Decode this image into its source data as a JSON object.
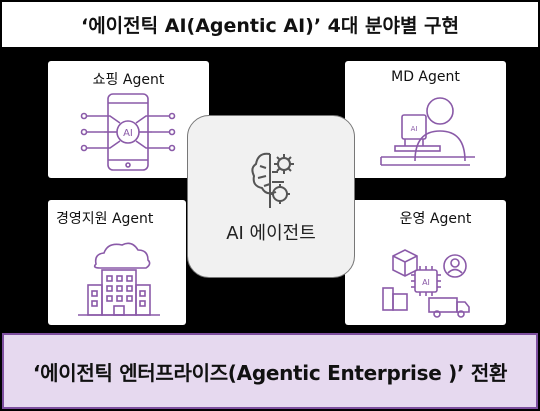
{
  "title": "‘에이전틱 AI(Agentic AI)’ 4대 분야별 구현",
  "bottom_banner": "‘에이전틱 엔터프라이즈(Agentic Enterprise )’ 전환",
  "center": {
    "label": "AI 에이전트",
    "icon": "brain-gear-icon"
  },
  "cards": [
    {
      "label": "쇼핑 Agent",
      "icon": "smartphone-ai-icon",
      "icon_text": "AI"
    },
    {
      "label": "MD Agent",
      "icon": "md-person-laptop-icon",
      "icon_text": "AI"
    },
    {
      "label": "경영지원 Agent",
      "icon": "cloud-building-icon"
    },
    {
      "label": "운영 Agent",
      "icon": "logistics-ai-icon",
      "icon_text": "AI"
    }
  ],
  "colors": {
    "accent": "#7d4f9f",
    "banner_bg": "#e6d9ef",
    "icon_stroke": "#8a5aa8"
  }
}
